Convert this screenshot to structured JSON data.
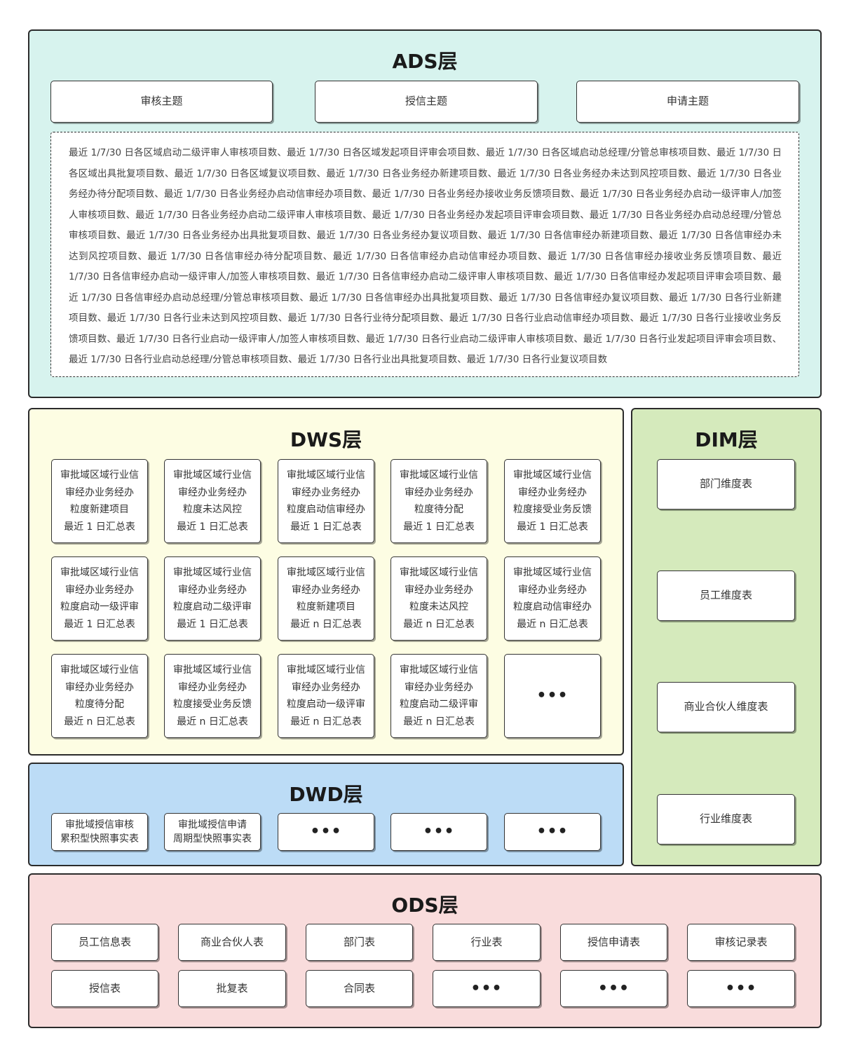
{
  "ads": {
    "title": "ADS层",
    "themes": [
      "审核主题",
      "授信主题",
      "申请主题"
    ],
    "description": "最近 1/7/30 日各区域启动二级评审人审核项目数、最近 1/7/30 日各区域发起项目评审会项目数、最近 1/7/30 日各区域启动总经理/分管总审核项目数、最近 1/7/30 日各区域出具批复项目数、最近 1/7/30 日各区域复议项目数、最近 1/7/30 日各业务经办新建项目数、最近 1/7/30 日各业务经办未达到风控项目数、最近 1/7/30 日各业务经办待分配项目数、最近 1/7/30 日各业务经办启动信审经办项目数、最近 1/7/30 日各业务经办接收业务反馈项目数、最近 1/7/30 日各业务经办启动一级评审人/加签人审核项目数、最近 1/7/30 日各业务经办启动二级评审人审核项目数、最近 1/7/30 日各业务经办发起项目评审会项目数、最近 1/7/30 日各业务经办启动总经理/分管总审核项目数、最近 1/7/30 日各业务经办出具批复项目数、最近 1/7/30 日各业务经办复议项目数、最近 1/7/30 日各信审经办新建项目数、最近 1/7/30 日各信审经办未达到风控项目数、最近 1/7/30 日各信审经办待分配项目数、最近 1/7/30 日各信审经办启动信审经办项目数、最近 1/7/30 日各信审经办接收业务反馈项目数、最近 1/7/30 日各信审经办启动一级评审人/加签人审核项目数、最近 1/7/30 日各信审经办启动二级评审人审核项目数、最近 1/7/30 日各信审经办发起项目评审会项目数、最近 1/7/30 日各信审经办启动总经理/分管总审核项目数、最近 1/7/30 日各信审经办出具批复项目数、最近 1/7/30 日各信审经办复议项目数、最近 1/7/30 日各行业新建项目数、最近 1/7/30 日各行业未达到风控项目数、最近 1/7/30 日各行业待分配项目数、最近 1/7/30 日各行业启动信审经办项目数、最近 1/7/30 日各行业接收业务反馈项目数、最近 1/7/30 日各行业启动一级评审人/加签人审核项目数、最近 1/7/30 日各行业启动二级评审人审核项目数、最近 1/7/30 日各行业发起项目评审会项目数、最近 1/7/30 日各行业启动总经理/分管总审核项目数、最近 1/7/30 日各行业出具批复项目数、最近 1/7/30 日各行业复议项目数"
  },
  "dws": {
    "title": "DWS层",
    "tables": [
      "审批域区域行业信\n审经办业务经办\n粒度新建项目\n最近 1 日汇总表",
      "审批域区域行业信\n审经办业务经办\n粒度未达风控\n最近 1 日汇总表",
      "审批域区域行业信\n审经办业务经办\n粒度启动信审经办\n最近 1 日汇总表",
      "审批域区域行业信\n审经办业务经办\n粒度待分配\n最近 1 日汇总表",
      "审批域区域行业信\n审经办业务经办\n粒度接受业务反馈\n最近 1 日汇总表",
      "审批域区域行业信\n审经办业务经办\n粒度启动一级评审\n最近 1 日汇总表",
      "审批域区域行业信\n审经办业务经办\n粒度启动二级评审\n最近 1 日汇总表",
      "审批域区域行业信\n审经办业务经办\n粒度新建项目\n最近 n 日汇总表",
      "审批域区域行业信\n审经办业务经办\n粒度未达风控\n最近 n 日汇总表",
      "审批域区域行业信\n审经办业务经办\n粒度启动信审经办\n最近 n 日汇总表",
      "审批域区域行业信\n审经办业务经办\n粒度待分配\n最近 n 日汇总表",
      "审批域区域行业信\n审经办业务经办\n粒度接受业务反馈\n最近 n 日汇总表",
      "审批域区域行业信\n审经办业务经办\n粒度启动一级评审\n最近 n 日汇总表",
      "审批域区域行业信\n审经办业务经办\n粒度启动二级评审\n最近 n 日汇总表",
      "•••"
    ]
  },
  "dim": {
    "title": "DIM层",
    "tables": [
      "部门维度表",
      "员工维度表",
      "商业合伙人维度表",
      "行业维度表"
    ]
  },
  "dwd": {
    "title": "DWD层",
    "tables": [
      "审批域授信审核\n累积型快照事实表",
      "审批域授信申请\n周期型快照事实表",
      "•••",
      "•••",
      "•••"
    ]
  },
  "ods": {
    "title": "ODS层",
    "tables": [
      "员工信息表",
      "商业合伙人表",
      "部门表",
      "行业表",
      "授信申请表",
      "审核记录表",
      "授信表",
      "批复表",
      "合同表",
      "•••",
      "•••",
      "•••"
    ]
  },
  "colors": {
    "ads_bg": "#d7f3ee",
    "dws_bg": "#fdfde3",
    "dim_bg": "#d5eabc",
    "dwd_bg": "#bcdcf6",
    "ods_bg": "#f9dcdc"
  }
}
